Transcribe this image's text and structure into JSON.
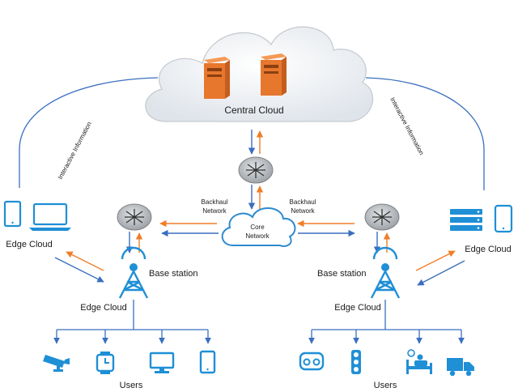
{
  "labels": {
    "central_cloud": "Central Cloud",
    "interactive_left": "Interactive Information",
    "interactive_right": "Interactive Information",
    "backhaul_left_1": "Backhaul",
    "backhaul_left_2": "Network",
    "backhaul_right_1": "Backhaul",
    "backhaul_right_2": "Network",
    "core_1": "Core",
    "core_2": "Network",
    "edge_cloud_left_devices": "Edge Cloud",
    "edge_cloud_right_devices": "Edge Cloud",
    "base_station_left": "Base station",
    "base_station_right": "Base station",
    "edge_cloud_left_bs": "Edge Cloud",
    "edge_cloud_right_bs": "Edge Cloud",
    "users_left": "Users",
    "users_right": "Users"
  },
  "colors": {
    "blue": "#3a6fbf",
    "orange": "#f07d28",
    "icon_blue": "#1f8fd6",
    "server": "#e8772e",
    "router": "#b0b4b8"
  },
  "icons": {
    "left_users": [
      "security-camera-icon",
      "smartwatch-icon",
      "monitor-icon",
      "smartphone-icon"
    ],
    "right_users": [
      "vr-headset-icon",
      "traffic-light-icon",
      "patient-bed-icon",
      "delivery-truck-icon"
    ]
  }
}
